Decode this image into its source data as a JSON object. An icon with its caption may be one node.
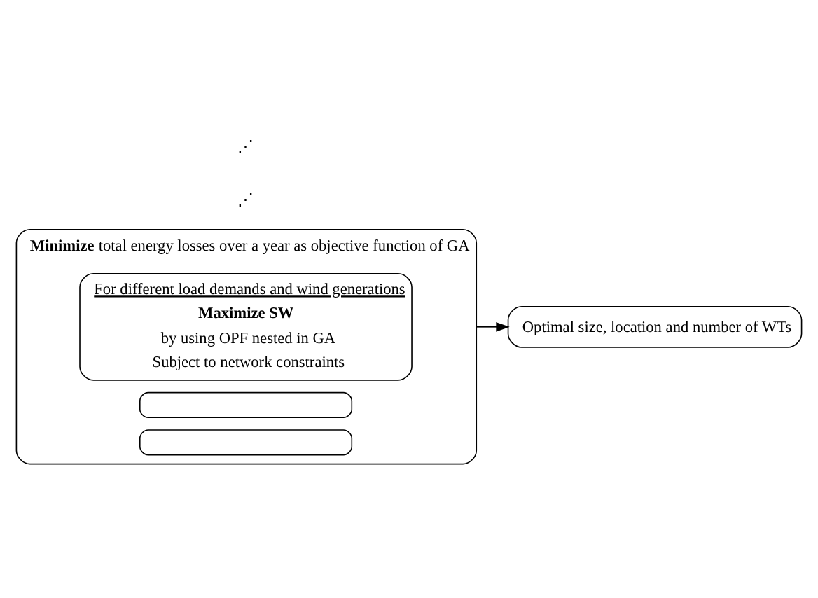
{
  "diagram": {
    "nodes": [
      {
        "text": [
          "**Minimize** total energy losses over a year as objective function of GA"
        ]
      },
      {
        "text": [
          "For different load demands and wind generations",
          "**Maximize SW**",
          "by using OPF nested in GA",
          "Subject to network constraints"
        ],
        "in": 0
      },
      {
        "text": [],
        "shape": "box",
        "in": 0
      },
      {
        "text": [],
        "shape": "box",
        "in": 0
      },
      {
        "text": [
          "Optimal size, location and number of WTs"
        ]
      }
    ],
    "edges": [
      {
        "from": 0,
        "to": 4,
        "arrow": "to"
      }
    ],
    "labels": [
      "⋰",
      "⋰"
    ]
  }
}
